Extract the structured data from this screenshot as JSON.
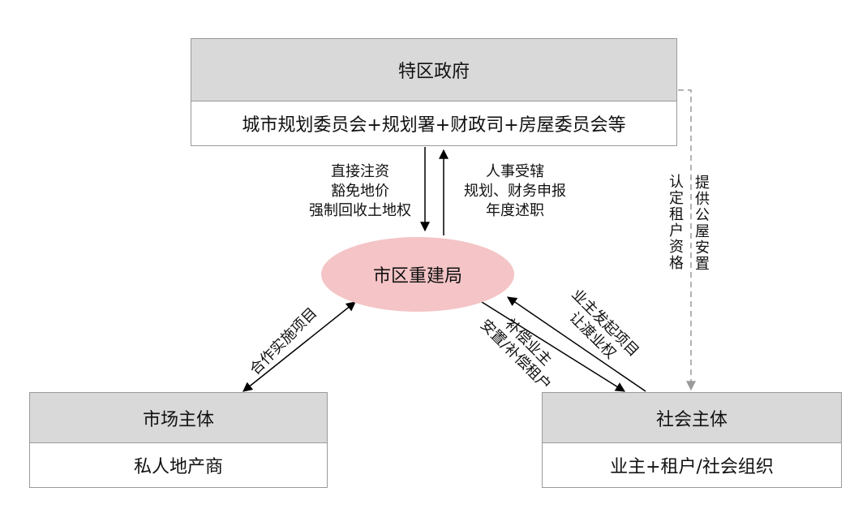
{
  "government": {
    "title": "特区政府",
    "members": "城市规划委员会+规划署+财政司+房屋委员会等"
  },
  "ura": {
    "name": "市区重建局"
  },
  "market": {
    "title": "市场主体",
    "members": "私人地产商"
  },
  "social": {
    "title": "社会主体",
    "members": "业主+租户/社会组织"
  },
  "relations": {
    "gov_to_ura": [
      "直接注资",
      "豁免地价",
      "强制回收土地权"
    ],
    "ura_to_gov": [
      "人事受辖",
      "规划、财务申报",
      "年度述职"
    ],
    "market_ura": "合作实施项目",
    "ura_to_social": [
      "补偿业主",
      "安置/补偿租户"
    ],
    "social_to_ura": [
      "业主发起项目",
      "让渡业权"
    ],
    "gov_social_a": "认定租户资格",
    "gov_social_b": "提供公屋安置"
  },
  "colors": {
    "box_header": "#d9d9d9",
    "ellipse": "#f4c4c6",
    "dashed": "#9a9a9a"
  }
}
